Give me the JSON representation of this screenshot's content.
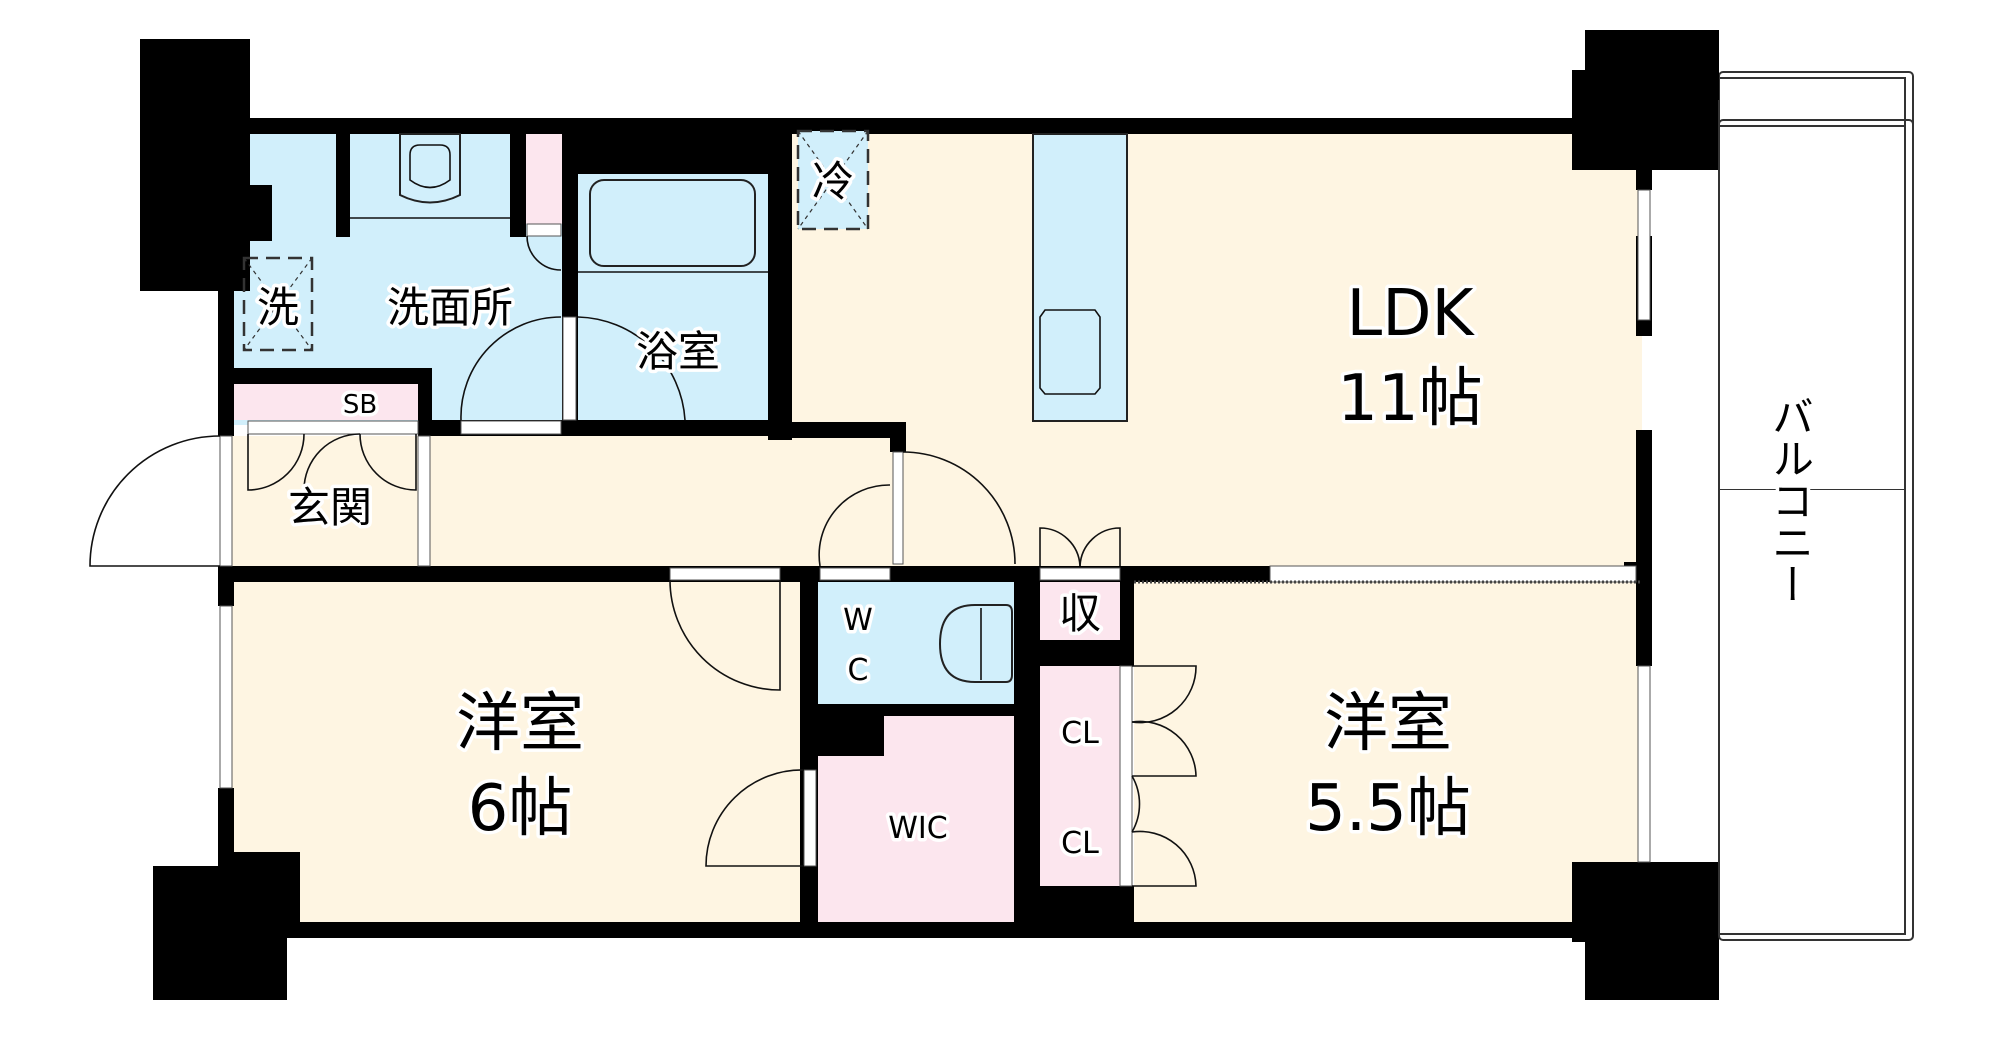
{
  "floorplan": {
    "colors": {
      "wall": "#000000",
      "wood_floor": "#fef5e2",
      "wet_area": "#d1effb",
      "storage": "#fce6ee",
      "background": "#ffffff"
    },
    "rooms": {
      "ldk": {
        "name": "LDK",
        "size": "11帖"
      },
      "western_room_1": {
        "name": "洋室",
        "size": "6帖"
      },
      "western_room_2": {
        "name": "洋室",
        "size": "5.5帖"
      },
      "washroom": {
        "name": "洗面所"
      },
      "bathroom": {
        "name": "浴室"
      },
      "entrance": {
        "name": "玄関"
      },
      "toilet": {
        "name_line1": "W",
        "name_line2": "C"
      },
      "walk_in_closet": {
        "name": "WIC"
      },
      "storage": {
        "name": "収"
      },
      "closet_1": {
        "name": "CL"
      },
      "closet_2": {
        "name": "CL"
      },
      "shoe_box": {
        "name": "SB"
      },
      "balcony": {
        "name": "バルコニー"
      }
    },
    "fixtures": {
      "washing_machine": {
        "label": "洗"
      },
      "refrigerator": {
        "label": "冷"
      }
    }
  }
}
